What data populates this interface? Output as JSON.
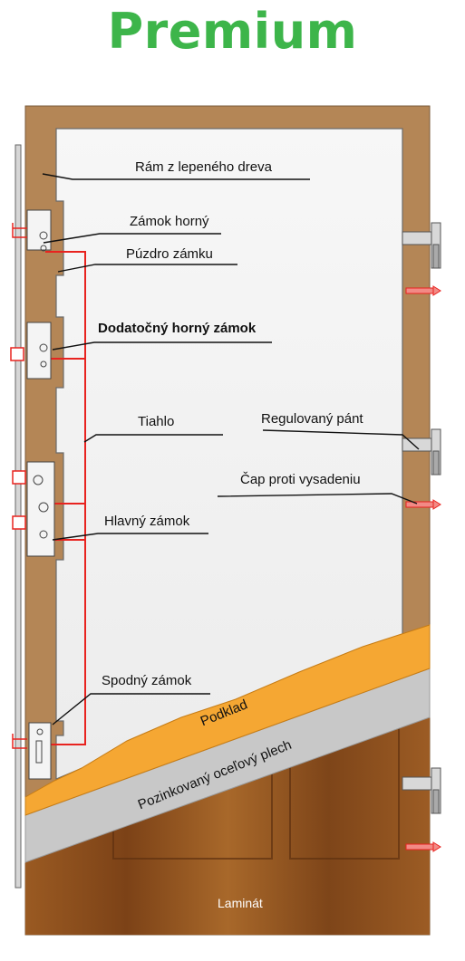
{
  "title": "Premium",
  "colors": {
    "title": "#3db54a",
    "frame": "#b48656",
    "panel": "#f2f2f2",
    "wire": "#e8231f",
    "podklad": "#f5a733",
    "plech": "#c8c8c8",
    "laminat": "#8a4e1c"
  },
  "labels": {
    "ram": "Rám z lepeného dreva",
    "zamok_horny": "Zámok horný",
    "puzdro": "Púzdro zámku",
    "dodatocny": "Dodatočný horný zámok",
    "tiahlo": "Tiahlo",
    "pant": "Regulovaný pánt",
    "cap": "Čap proti vysadeniu",
    "hlavny": "Hlavný zámok",
    "spodny": "Spodný zámok",
    "podklad": "Podklad",
    "plech": "Pozinkovaný oceľový plech",
    "laminat": "Laminát"
  }
}
